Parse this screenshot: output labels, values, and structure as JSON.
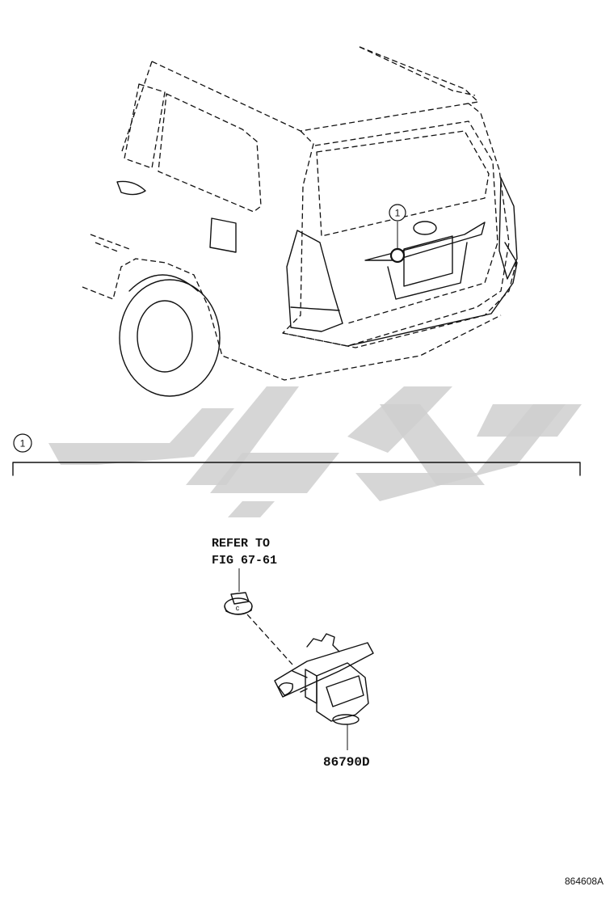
{
  "callouts": {
    "vehicle_marker": "1",
    "section_marker": "1"
  },
  "reference": {
    "line1": "REFER TO",
    "line2": "FIG 67-61"
  },
  "part": {
    "number": "86790D"
  },
  "figure": {
    "code": "864608A"
  },
  "colors": {
    "ink": "#111111",
    "watermark": "#cfcfcf"
  }
}
